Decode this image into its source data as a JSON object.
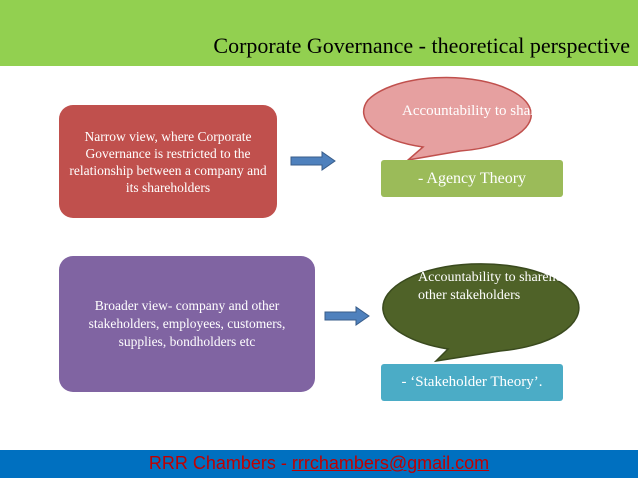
{
  "slide": {
    "title": "Corporate Governance - theoretical perspective",
    "narrow": {
      "description": "Narrow view, where Corporate Governance is restricted to the relationship between a company and its shareholders",
      "bubble": "Accountability to shareholders.",
      "theory": "- Agency Theory"
    },
    "broad": {
      "description": "Broader view- company and other stakeholders,  employees, customers, supplies, bondholders etc",
      "bubble": "Accountability to shareholders & and other stakeholders",
      "theory": "- ‘Stakeholder Theory’."
    },
    "footer": {
      "prefix": "RRR Chambers - ",
      "email": "rrrchambers@gmail.com"
    }
  },
  "colors": {
    "header_bar": "#92d050",
    "narrow_box": "#c0504d",
    "broad_box": "#8064a2",
    "agency_tag": "#9bbb59",
    "stakeholder_tag": "#4bacc6",
    "bubble_pink": "#e6a0a0",
    "bubble_green": "#4f6228",
    "arrow": "#4f81bd",
    "footer_bar": "#0070c0",
    "footer_text": "#c00000"
  },
  "icons": [
    "right-arrow-icon",
    "speech-bubble-icon"
  ]
}
